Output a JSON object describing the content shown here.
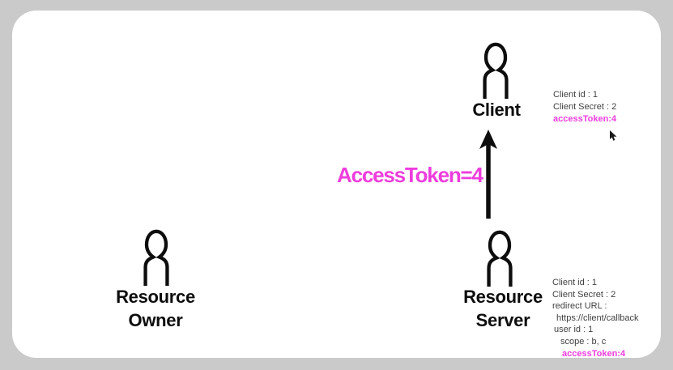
{
  "colors": {
    "background": "#cacaca",
    "panel": "#ffffff",
    "accent_magenta": "#ee3ddd",
    "annotation_text": "#404040",
    "ink": "#0d0d0d"
  },
  "actors": {
    "client": {
      "name": "Client",
      "icon": "person-icon"
    },
    "resource_server": {
      "name": "Resource Server",
      "name_lines": [
        "Resource",
        "Server"
      ],
      "icon": "person-icon"
    },
    "resource_owner": {
      "name": "Resource Owner",
      "name_lines": [
        "Resource",
        "Owner"
      ],
      "icon": "person-icon"
    }
  },
  "client_info": {
    "lines": [
      "Client id : 1",
      "Client Secret : 2"
    ],
    "highlight": "accessToken:4"
  },
  "server_info": {
    "lines": [
      "Client id : 1",
      "Client Secret : 2",
      "redirect URL :",
      "https://client/callback",
      "user id : 1",
      "scope : b, c"
    ],
    "highlight": "accessToken:4"
  },
  "flow": {
    "arrow_label": "AccessToken=4"
  },
  "cursor": {
    "icon": "mouse-cursor-icon"
  }
}
